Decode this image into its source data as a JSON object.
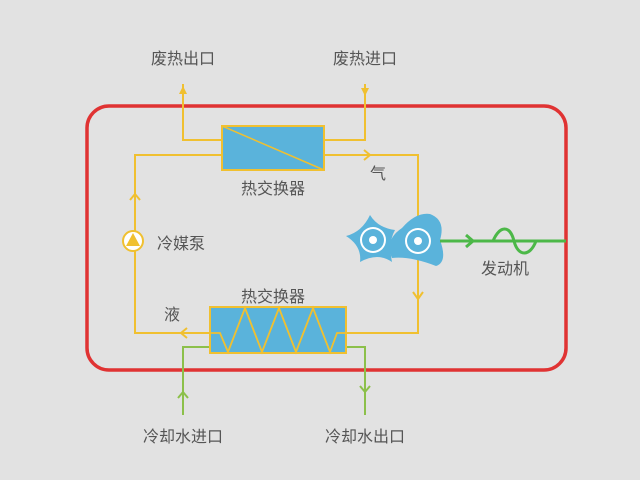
{
  "labels": {
    "waste_heat_outlet": "废热出口",
    "waste_heat_inlet": "废热进口",
    "gas": "气",
    "top_heat_exchanger": "热交换器",
    "refrigerant_pump": "冷媒泵",
    "engine": "发动机",
    "liquid": "液",
    "bottom_heat_exchanger": "热交换器",
    "coolant_inlet": "冷却水进口",
    "coolant_outlet": "冷却水出口"
  },
  "colors": {
    "boundary": "#e03333",
    "refrigerant": "#f0c030",
    "coolant": "#8cc04a",
    "exchanger": "#5ab3db",
    "engine_shaft": "#4cb848"
  }
}
